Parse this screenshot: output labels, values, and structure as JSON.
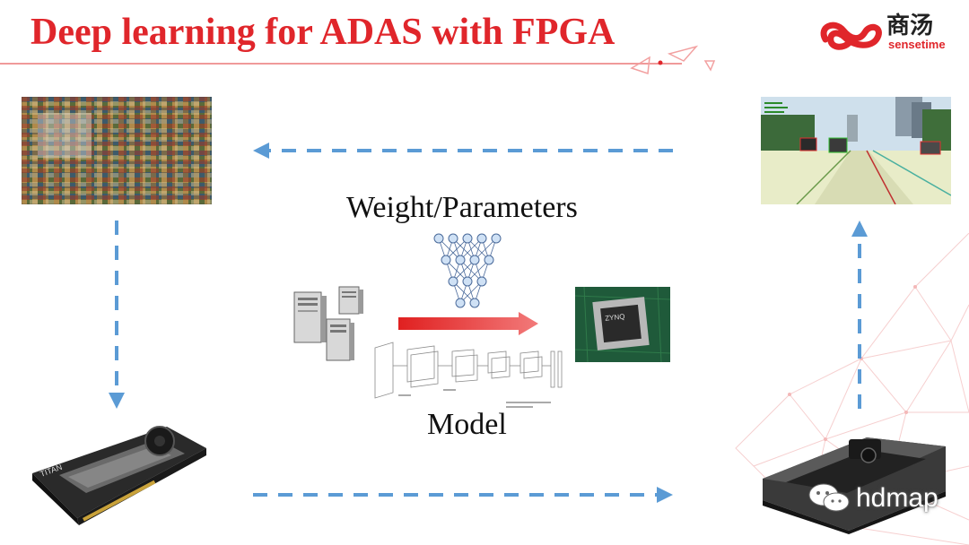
{
  "title": "Deep learning for ADAS with FPGA",
  "logo": {
    "cn": "商汤",
    "en": "sensetime"
  },
  "labels": {
    "weights": "Weight/Parameters",
    "model": "Model"
  },
  "chip_text": "ZYNQ",
  "watermark": "hdmap",
  "colors": {
    "title": "#e0262b",
    "arrow_dashed": "#5b9bd5",
    "arrow_red": "#e02020"
  }
}
